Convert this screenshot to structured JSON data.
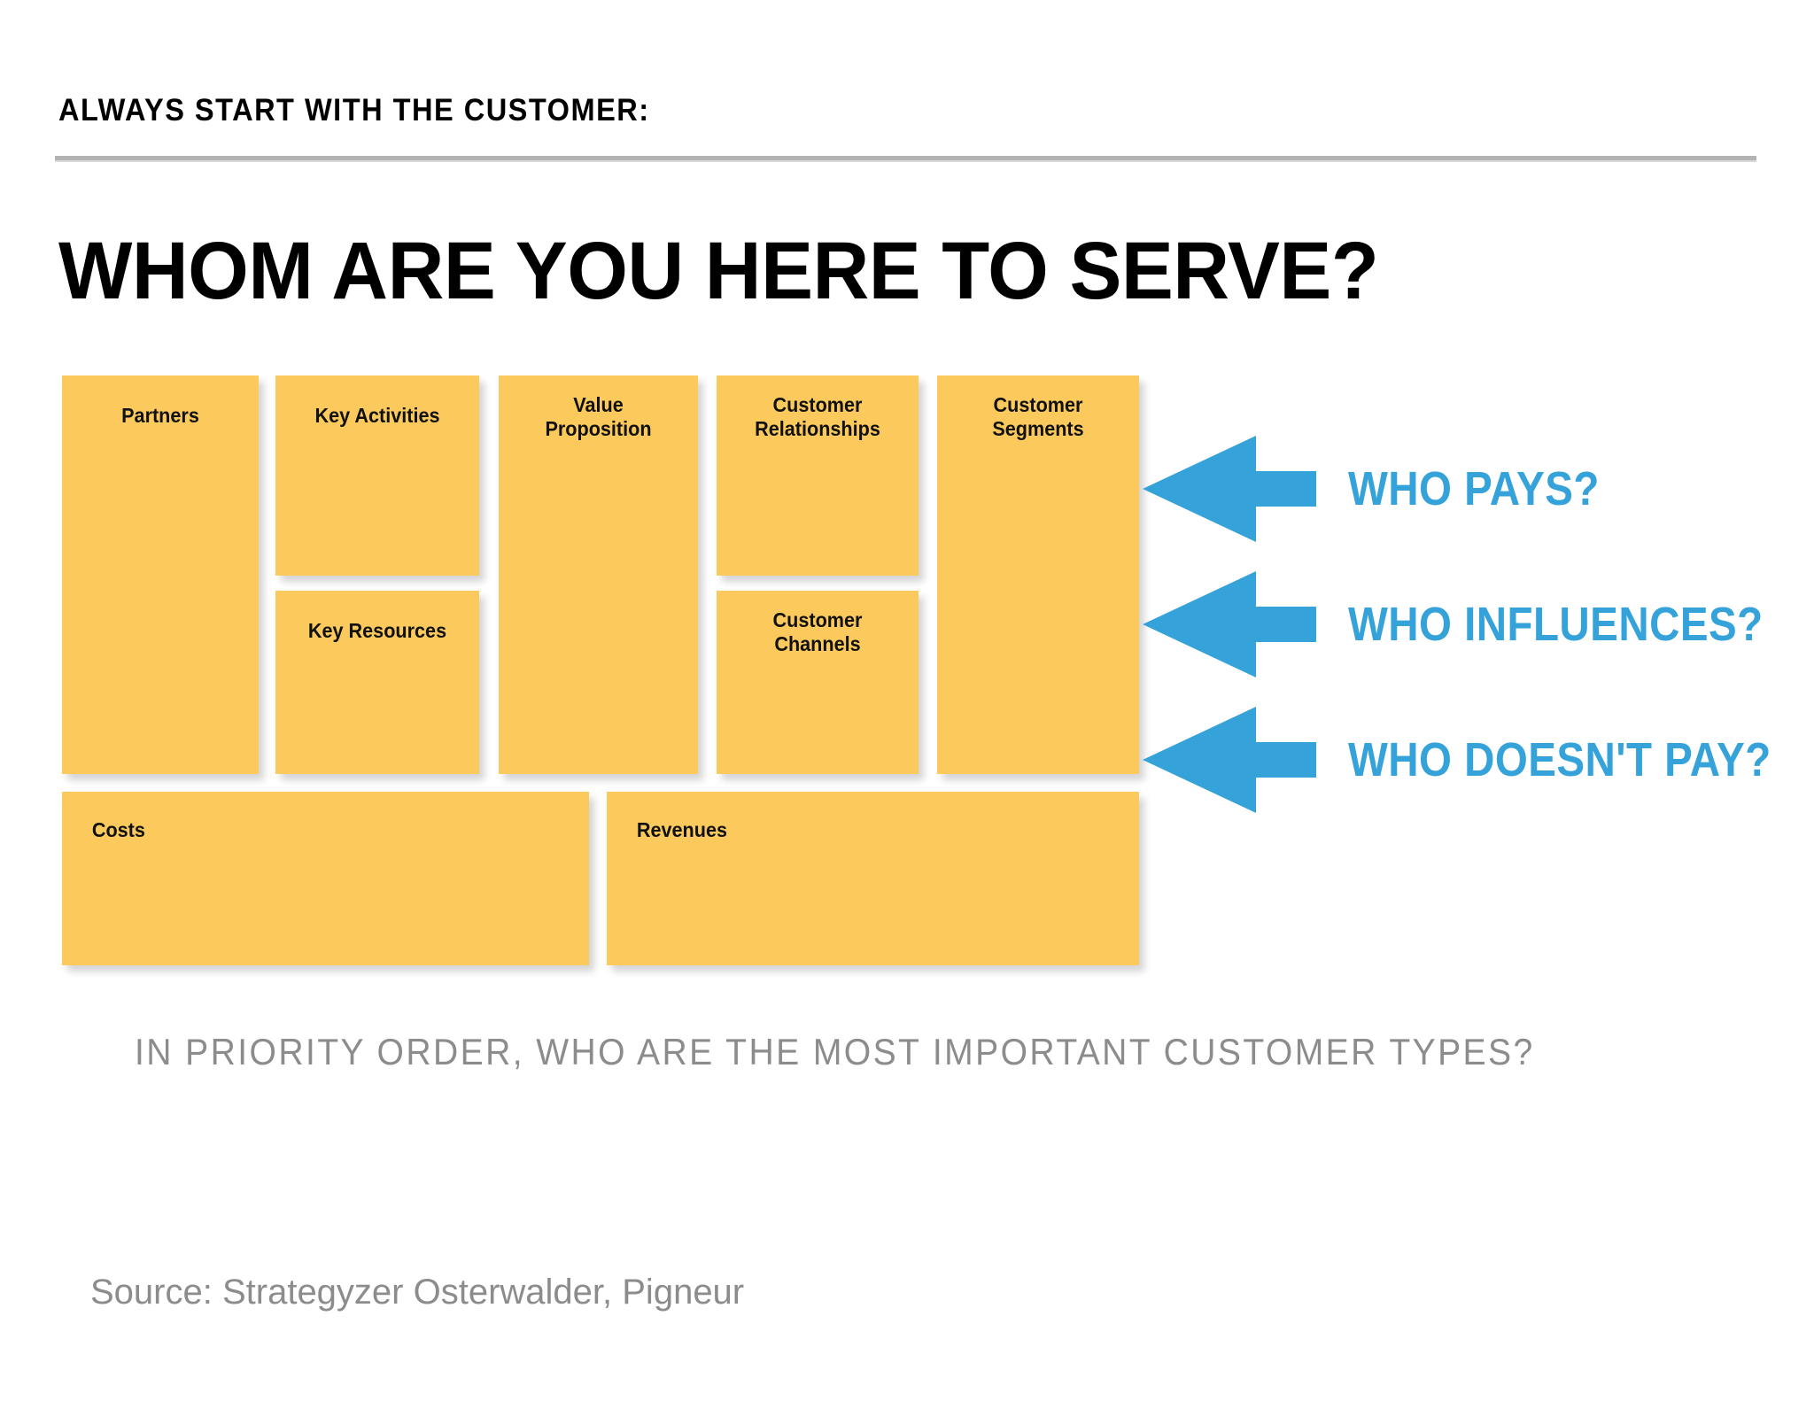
{
  "slide": {
    "eyebrow": "ALWAYS START WITH THE CUSTOMER:",
    "title": "WHOM ARE YOU HERE TO SERVE?",
    "priority_caption": "IN PRIORITY ORDER, WHO ARE THE MOST IMPORTANT CUSTOMER TYPES?",
    "source": "Source: Strategyzer Osterwalder, Pigneur"
  },
  "colors": {
    "block_fill": "#fbc95c",
    "arrow_blue": "#35a3da",
    "caption_gray": "#8c8c8c",
    "rule_gray": "#b3b3b3",
    "text_black": "#000000"
  },
  "canvas": {
    "blocks": [
      {
        "label": "Partners",
        "align": "center"
      },
      {
        "label": "Key Activities",
        "align": "center"
      },
      {
        "label": "Key Resources",
        "align": "center"
      },
      {
        "label": "Value\nProposition",
        "align": "center"
      },
      {
        "label": "Customer\nRelationships",
        "align": "center"
      },
      {
        "label": "Customer\nChannels",
        "align": "center"
      },
      {
        "label": "Customer\nSegments",
        "align": "center"
      },
      {
        "label": "Costs",
        "align": "left"
      },
      {
        "label": "Revenues",
        "align": "left"
      }
    ]
  },
  "arrows": [
    {
      "label": "WHO PAYS?",
      "icon": "arrow-left-icon"
    },
    {
      "label": "WHO INFLUENCES?",
      "icon": "arrow-left-icon"
    },
    {
      "label": "WHO DOESN'T PAY?",
      "icon": "arrow-left-icon"
    }
  ]
}
